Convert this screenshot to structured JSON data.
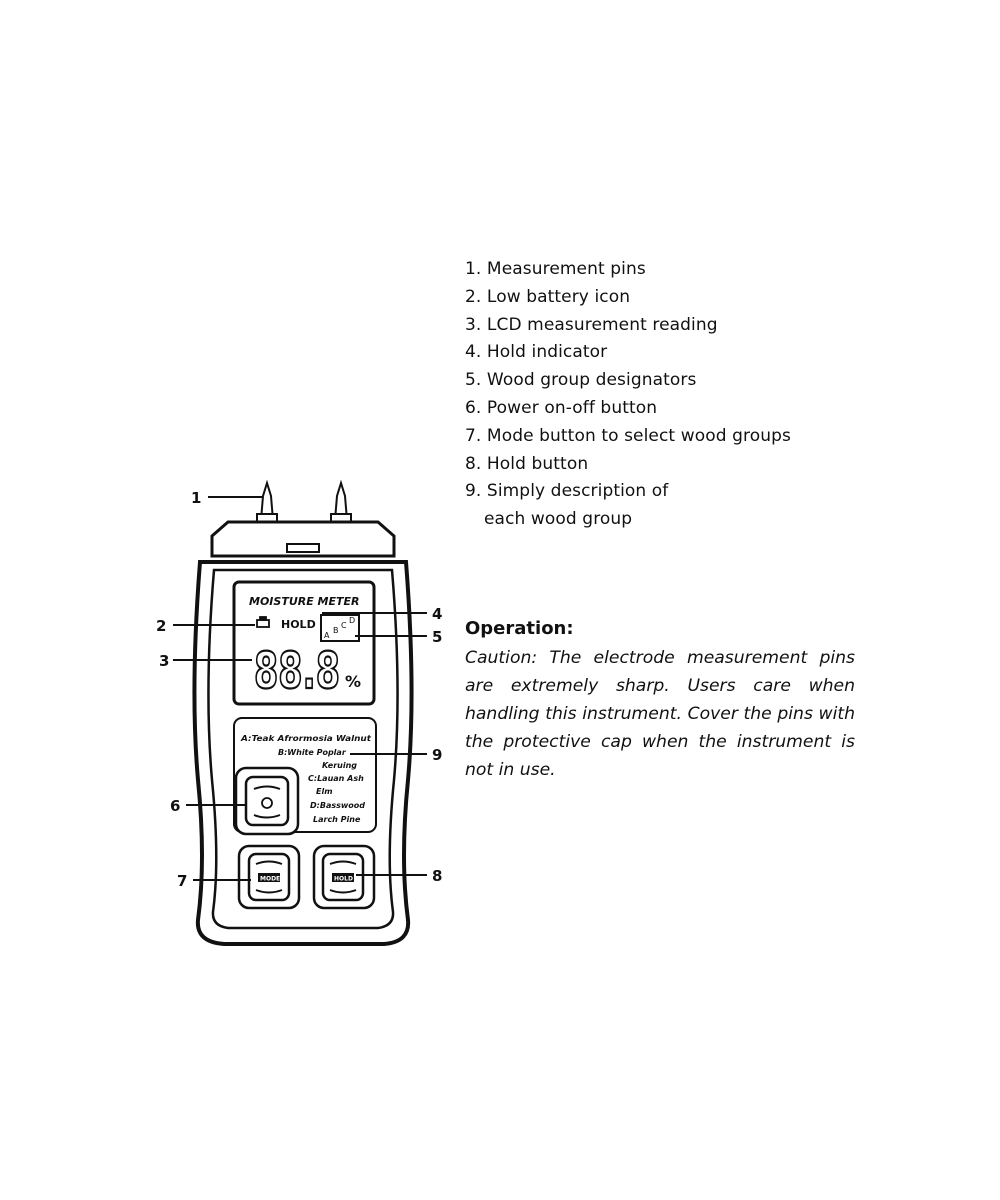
{
  "callouts": [
    "1",
    "2",
    "3",
    "4",
    "5",
    "6",
    "7",
    "8",
    "9"
  ],
  "device": {
    "title": "MOISTURE METER",
    "hold_label": "HOLD",
    "lcd_digits": "88.8",
    "percent_sign": "%",
    "group_markers": [
      "A",
      "B",
      "C",
      "D"
    ],
    "wood_groups": [
      "A:Teak Afrormosia Walnut",
      "B:White Poplar",
      "Keruing",
      "C:Lauan Ash",
      "Elm",
      "D:Basswood",
      "Larch Pine"
    ],
    "mode_button_label": "MODE",
    "hold_button_label": "HOLD"
  },
  "legend": [
    "1. Measurement pins",
    "2. Low battery icon",
    "3. LCD measurement reading",
    "4. Hold indicator",
    "5. Wood group designators",
    "6. Power on-off button",
    "7. Mode button to select wood groups",
    "8. Hold button",
    "9. Simply description of",
    "each wood group"
  ],
  "operation": {
    "title": "Operation:",
    "text": "Caution: The electrode measurement pins are extremely sharp. Users care when handling this instrument. Cover the pins with the protective cap when the instrument is not in use."
  }
}
